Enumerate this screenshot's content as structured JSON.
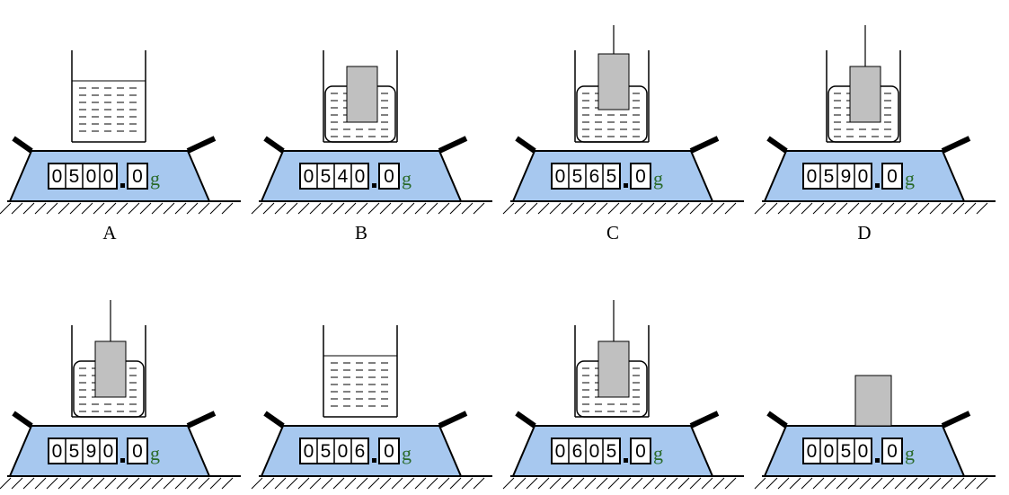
{
  "panels": [
    {
      "label": "A",
      "digits": [
        "0",
        "5",
        "0",
        "0"
      ],
      "decimal": "0",
      "unit": "g",
      "contents": "water"
    },
    {
      "label": "B",
      "digits": [
        "0",
        "5",
        "4",
        "0"
      ],
      "decimal": "0",
      "unit": "g",
      "contents": "water-block-resting"
    },
    {
      "label": "C",
      "digits": [
        "0",
        "5",
        "6",
        "5"
      ],
      "decimal": "0",
      "unit": "g",
      "contents": "water-block-hung-partial"
    },
    {
      "label": "D",
      "digits": [
        "0",
        "5",
        "9",
        "0"
      ],
      "decimal": "0",
      "unit": "g",
      "contents": "water-block-hung-submerged"
    },
    {
      "label": "",
      "digits": [
        "0",
        "5",
        "9",
        "0"
      ],
      "decimal": "0",
      "unit": "g",
      "contents": "water-block-hung-submerged"
    },
    {
      "label": "",
      "digits": [
        "0",
        "5",
        "0",
        "6"
      ],
      "decimal": "0",
      "unit": "g",
      "contents": "water"
    },
    {
      "label": "",
      "digits": [
        "0",
        "6",
        "0",
        "5"
      ],
      "decimal": "0",
      "unit": "g",
      "contents": "water-block-hung-submerged"
    },
    {
      "label": "",
      "digits": [
        "0",
        "0",
        "5",
        "0"
      ],
      "decimal": "0",
      "unit": "g",
      "contents": "block-only"
    }
  ],
  "colors": {
    "scale_body": "#a7c8ef",
    "block": "#c0c0c0",
    "outline": "#000000",
    "unit": "#2a6a2a"
  }
}
